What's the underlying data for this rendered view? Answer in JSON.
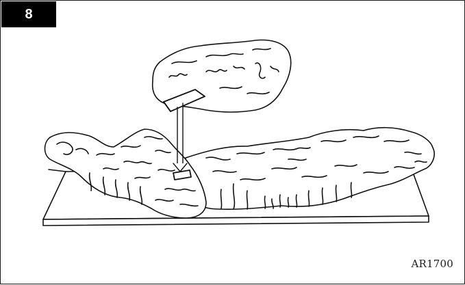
{
  "step": {
    "number": "8"
  },
  "figure": {
    "code": "AR1700"
  },
  "icons": {
    "illustration": "log-placement-illustration",
    "arrow": "down-arrow-icon"
  }
}
